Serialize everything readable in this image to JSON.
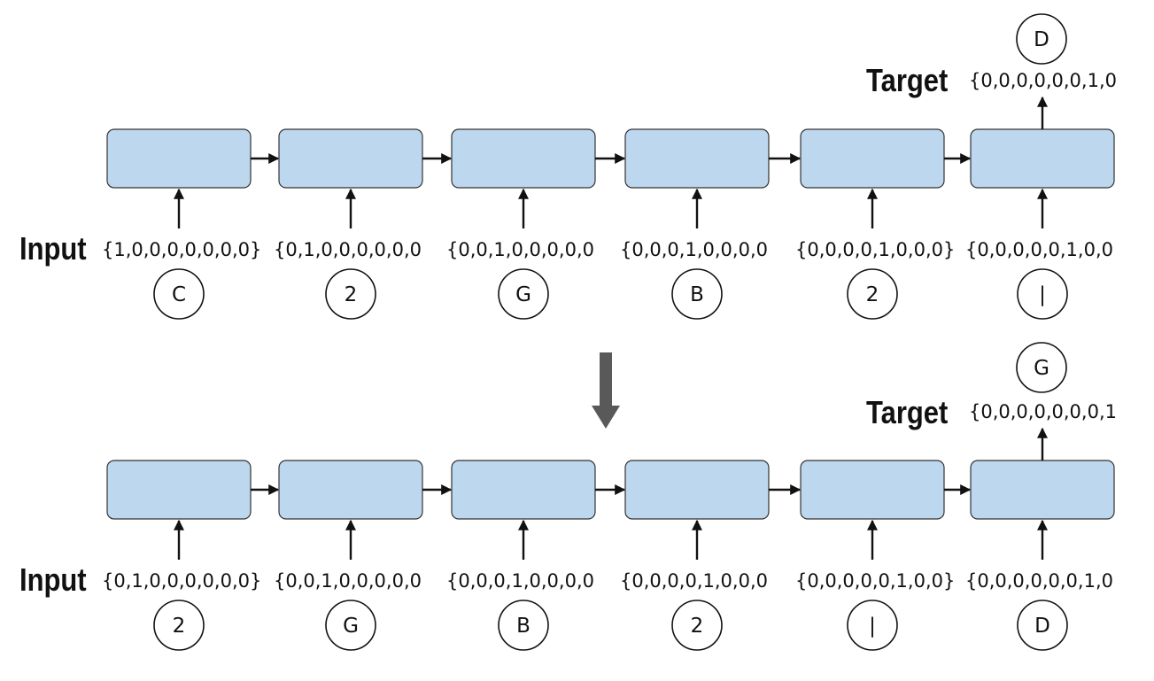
{
  "labels": {
    "input": "Input",
    "target": "Target"
  },
  "colors": {
    "cell_fill": "#bdd7ee",
    "cell_stroke": "#333333",
    "transition_arrow": "#595959"
  },
  "rows": [
    {
      "inputs": [
        {
          "vector": "{1,0,0,0,0,0,0,0}",
          "symbol": "C"
        },
        {
          "vector": "{0,1,0,0,0,0,0,0",
          "symbol": "2"
        },
        {
          "vector": "{0,0,1,0,0,0,0,0",
          "symbol": "G"
        },
        {
          "vector": "{0,0,0,1,0,0,0,0",
          "symbol": "B"
        },
        {
          "vector": "{0,0,0,0,1,0,0,0}",
          "symbol": "2"
        },
        {
          "vector": "{0,0,0,0,0,1,0,0",
          "symbol": "|"
        }
      ],
      "target": {
        "vector": "{0,0,0,0,0,0,1,0",
        "symbol": "D"
      }
    },
    {
      "inputs": [
        {
          "vector": "{0,1,0,0,0,0,0,0}",
          "symbol": "2"
        },
        {
          "vector": "{0,0,1,0,0,0,0,0",
          "symbol": "G"
        },
        {
          "vector": "{0,0,0,1,0,0,0,0",
          "symbol": "B"
        },
        {
          "vector": "{0,0,0,0,1,0,0,0",
          "symbol": "2"
        },
        {
          "vector": "{0,0,0,0,0,1,0,0}",
          "symbol": "|"
        },
        {
          "vector": "{0,0,0,0,0,0,1,0",
          "symbol": "D"
        }
      ],
      "target": {
        "vector": "{0,0,0,0,0,0,0,1",
        "symbol": "G"
      }
    }
  ]
}
